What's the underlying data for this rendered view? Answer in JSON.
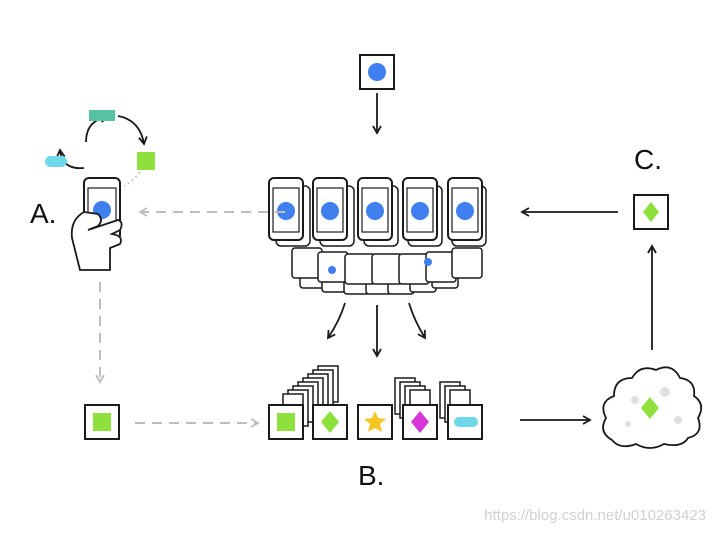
{
  "labels": {
    "a": "A.",
    "b": "B.",
    "c": "C."
  },
  "watermark": "https://blog.csdn.net/u010263423",
  "colors": {
    "blue_dot": "#3f7fef",
    "green_square": "#8ee03c",
    "green_diamond": "#8ee03c",
    "teal_bar": "#56c2a1",
    "cyan_pill": "#6fd8e8",
    "yellow_star": "#f7c521",
    "magenta_diamond": "#d635d8",
    "stroke": "#1a1a1a",
    "dashed": "#bdbdbd"
  }
}
